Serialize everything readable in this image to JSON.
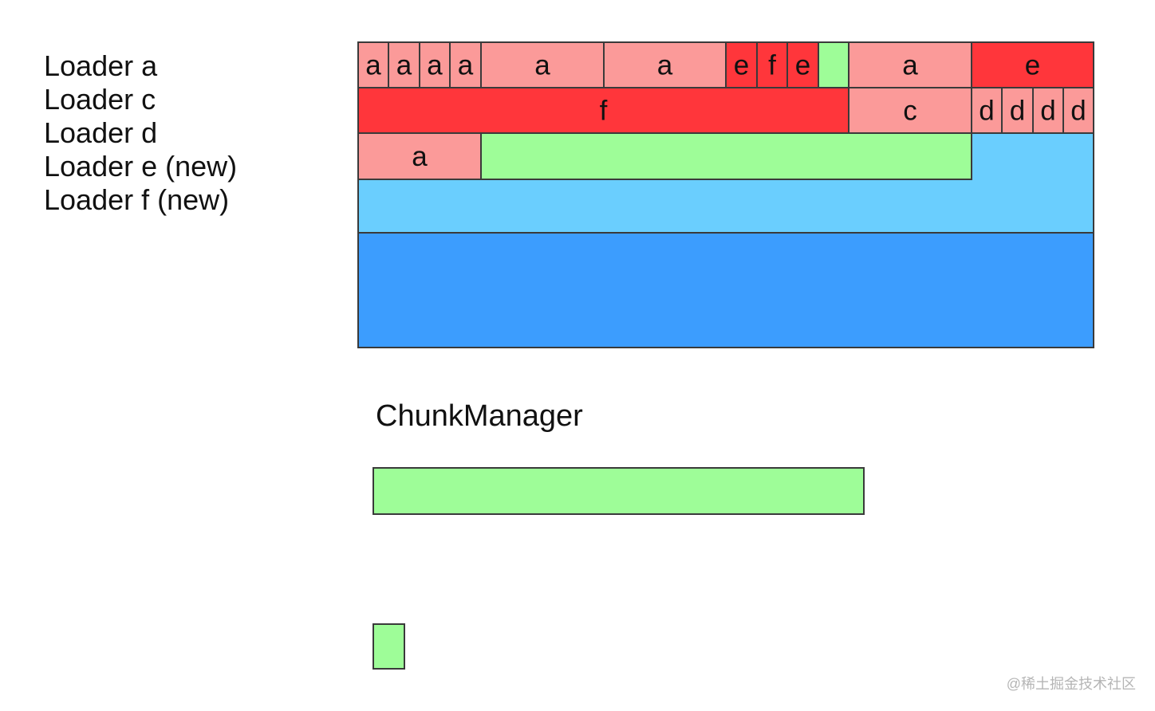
{
  "legend": [
    "Loader a",
    "Loader c",
    "Loader d",
    "Loader e (new)",
    "Loader f (new)"
  ],
  "colors": {
    "loader_a": "#fb9a99",
    "loader_c": "#fb9a99",
    "loader_d": "#fb9a99",
    "loader_e": "#ff363b",
    "loader_f": "#ff363b",
    "free_chunk": "#9efd98",
    "reserved_light": "#6acefe",
    "reserved_dark": "#3c9dfe",
    "border": "#3a3a3a"
  },
  "memory_blocks": [
    {
      "label": "a",
      "fill": "loader_a"
    },
    {
      "label": "a",
      "fill": "loader_a"
    },
    {
      "label": "a",
      "fill": "loader_a"
    },
    {
      "label": "a",
      "fill": "loader_a"
    },
    {
      "label": "a",
      "fill": "loader_a"
    },
    {
      "label": "a",
      "fill": "loader_a"
    },
    {
      "label": "e",
      "fill": "loader_e"
    },
    {
      "label": "f",
      "fill": "loader_f"
    },
    {
      "label": "e",
      "fill": "loader_e"
    },
    {
      "label": "",
      "fill": "free_chunk"
    },
    {
      "label": "a",
      "fill": "loader_a"
    },
    {
      "label": "e",
      "fill": "loader_e"
    },
    {
      "label": "f",
      "fill": "loader_f"
    },
    {
      "label": "c",
      "fill": "loader_c"
    },
    {
      "label": "d",
      "fill": "loader_d"
    },
    {
      "label": "d",
      "fill": "loader_d"
    },
    {
      "label": "d",
      "fill": "loader_d"
    },
    {
      "label": "d",
      "fill": "loader_d"
    },
    {
      "label": "a",
      "fill": "loader_a"
    },
    {
      "label": "",
      "fill": "free_chunk"
    },
    {
      "label": "",
      "fill": "reserved_light"
    },
    {
      "label": "",
      "fill": "reserved_dark"
    }
  ],
  "chunk_manager": {
    "title": "ChunkManager",
    "chunks": [
      {
        "label": "",
        "fill": "free_chunk"
      },
      {
        "label": "",
        "fill": "free_chunk"
      }
    ]
  },
  "watermark": "@稀土掘金技术社区"
}
